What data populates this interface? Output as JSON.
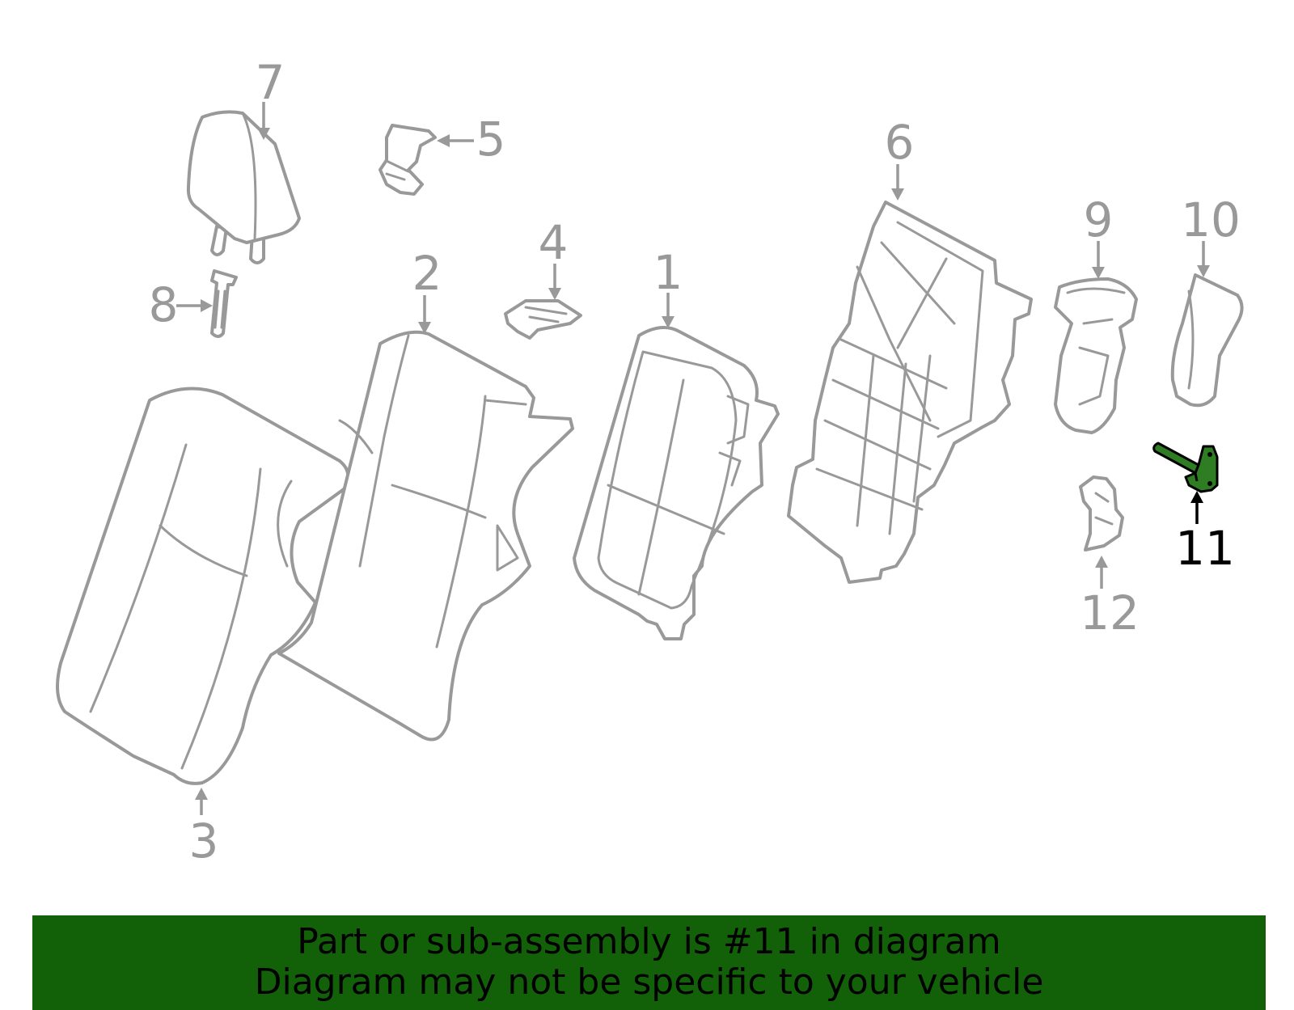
{
  "callouts": {
    "c1": "1",
    "c2": "2",
    "c3": "3",
    "c4": "4",
    "c5": "5",
    "c6": "6",
    "c7": "7",
    "c8": "8",
    "c9": "9",
    "c10": "10",
    "c11": "11",
    "c12": "12"
  },
  "highlighted_part": "11",
  "colors": {
    "line": "#999999",
    "highlight_part": "#2e7d23",
    "banner_background": "#126109",
    "banner_text": "#000000"
  },
  "banner": {
    "line1": "Part or sub-assembly is #11 in diagram",
    "line2": "Diagram may not be specific to your vehicle"
  }
}
